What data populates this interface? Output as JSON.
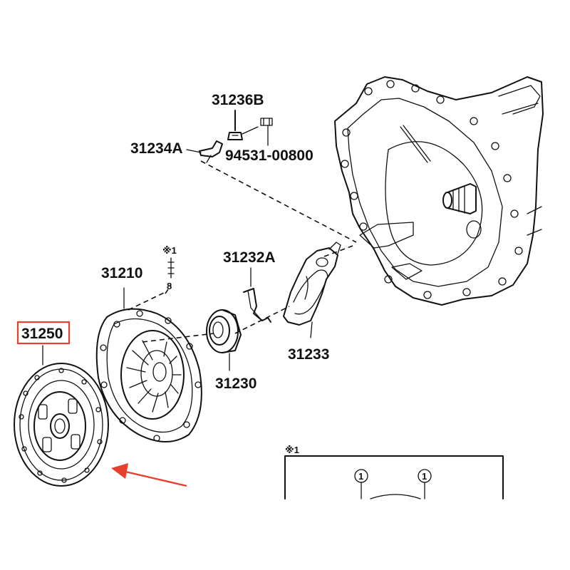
{
  "labels": {
    "p31236b": "31236B",
    "p31234a": "31234A",
    "p94531": "94531-00800",
    "p31232a": "31232A",
    "p31210": "31210",
    "p31233": "31233",
    "p31230": "31230",
    "p31250": "31250",
    "note_mark_1": "※1",
    "note_mark_box": "※1",
    "note_8": "8",
    "circle_1a": "1",
    "circle_1b": "1"
  },
  "highlight": {
    "part": "31250",
    "box_color": "#e8402e",
    "arrow_color": "#e8402e"
  }
}
